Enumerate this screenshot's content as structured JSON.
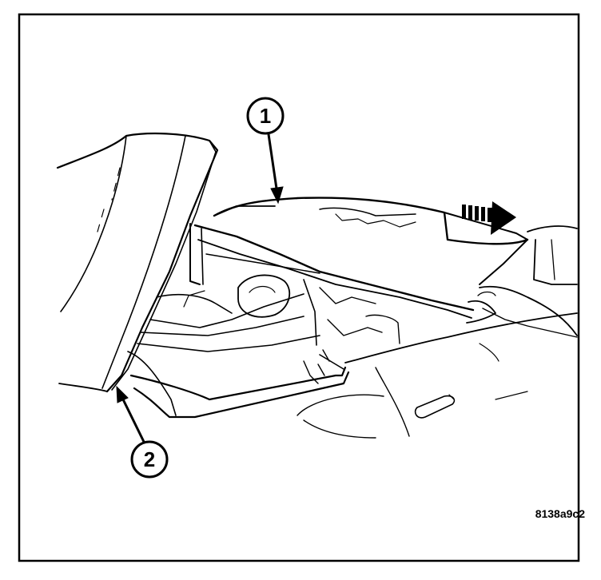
{
  "figure": {
    "callouts": [
      {
        "id": "1",
        "label": "1"
      },
      {
        "id": "2",
        "label": "2"
      }
    ],
    "figure_code": "8138a9c2",
    "colors": {
      "line": "#000000",
      "background": "#ffffff"
    },
    "icons": {
      "direction_arrow": "dashed-arrow-right-icon"
    }
  }
}
